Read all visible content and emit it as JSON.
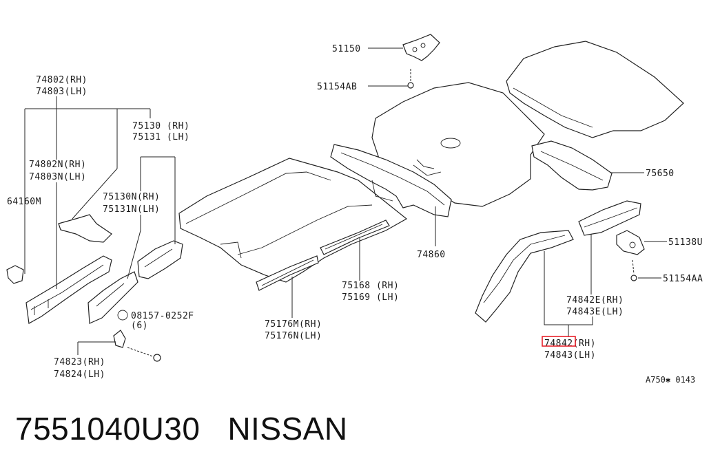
{
  "labels": {
    "l_51150": "51150",
    "l_51154AB": "51154AB",
    "l_74802": "74802(RH)",
    "l_74803": "74803(LH)",
    "l_75130": "75130 (RH)",
    "l_75131": "75131 (LH)",
    "l_74802N": "74802N(RH)",
    "l_74803N": "74803N(LH)",
    "l_64160M": "64160M",
    "l_75130N": "75130N(RH)",
    "l_75131N": "75131N(LH)",
    "l_08157": "08157-0252F",
    "l_qty6": "(6)",
    "l_74823": "74823(RH)",
    "l_74824": "74824(LH)",
    "l_75176M": "75176M(RH)",
    "l_75176N": "75176N(LH)",
    "l_75168": "75168 (RH)",
    "l_75169": "75169 (LH)",
    "l_74860": "74860",
    "l_75650": "75650",
    "l_51138U": "51138U",
    "l_51154AA": "51154AA",
    "l_74842E": "74842E(RH)",
    "l_74843E": "74843E(LH)",
    "l_74842": "74842(RH)",
    "l_74843": "74843(LH)",
    "l_ref": "A750✱ 0143"
  },
  "footer": {
    "part_number": "7551040U30",
    "brand": "NISSAN"
  },
  "colors": {
    "highlight": "#e8212a",
    "ink": "#222222"
  }
}
